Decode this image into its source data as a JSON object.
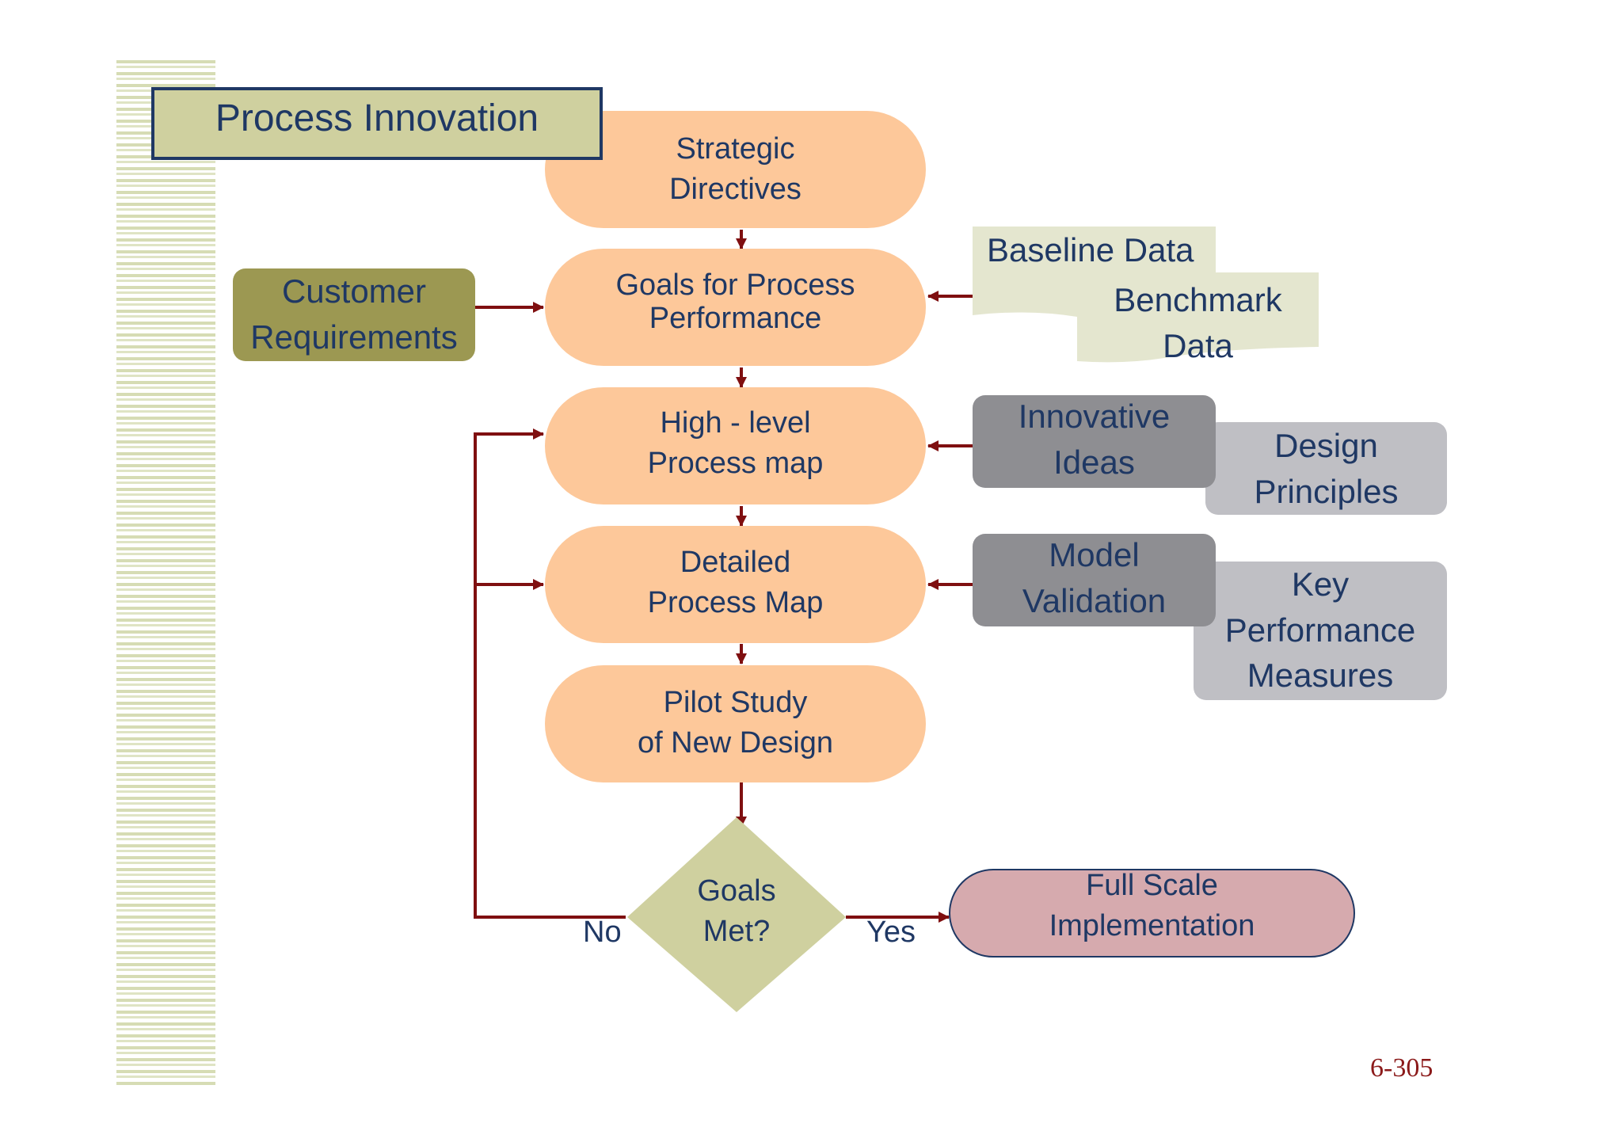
{
  "title": "Process Innovation",
  "steps": {
    "strategic": [
      "Strategic",
      "Directives"
    ],
    "goals": [
      "Goals for Process",
      "Performance"
    ],
    "highlevel": [
      "High - level",
      "Process map"
    ],
    "detailed": [
      "Detailed",
      "Process Map"
    ],
    "pilot": [
      "Pilot Study",
      "of New Design"
    ]
  },
  "decision": [
    "Goals",
    "Met?"
  ],
  "no_label": "No",
  "yes_label": "Yes",
  "full_scale": [
    "Full Scale",
    "Implementation"
  ],
  "customer": [
    "Customer",
    "Requirements"
  ],
  "baseline": "Baseline Data",
  "benchmark": [
    "Benchmark",
    "Data"
  ],
  "innovative": [
    "Innovative",
    "Ideas"
  ],
  "design": [
    "Design",
    "Principles"
  ],
  "model": [
    "Model",
    "Validation"
  ],
  "kpm": [
    "Key",
    "Performance",
    "Measures"
  ],
  "page_number": "6-305",
  "colors": {
    "step_fill": "#fdc89a",
    "arrow": "#7f0f10",
    "title_fill": "#cfd09f",
    "customer_fill": "#9c9852",
    "dark_gray": "#8e8e92",
    "light_gray": "#bfbfc4",
    "full_scale_fill": "#d6aaae",
    "diamond_fill": "#cfd09f"
  }
}
